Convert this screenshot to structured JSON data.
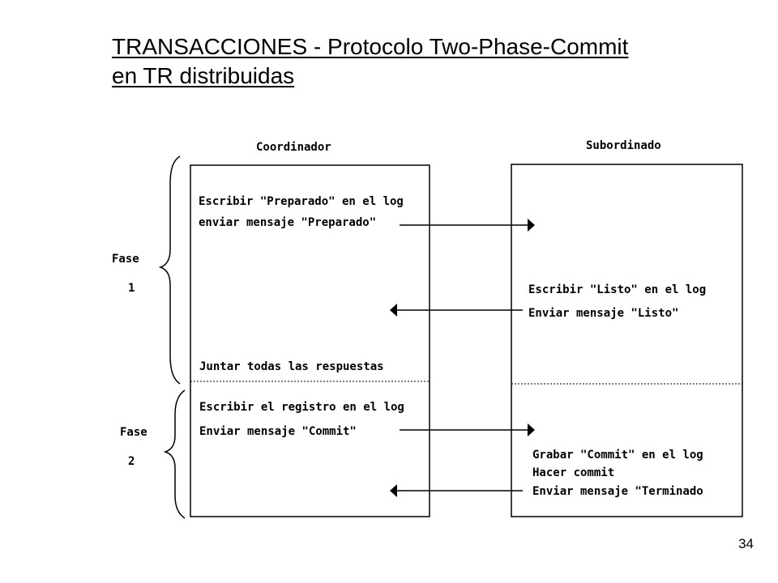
{
  "title": {
    "line1": "TRANSACCIONES - Protocolo Two-Phase-Commit",
    "line2": "en TR distribuidas"
  },
  "coordinator": {
    "header": "Coordinador",
    "lines": [
      "Escribir \"Preparado\" en el log",
      "enviar mensaje \"Preparado\"",
      "Juntar todas las respuestas",
      "Escribir el registro en el log",
      "Enviar mensaje \"Commit\""
    ]
  },
  "subordinate": {
    "header": "Subordinado",
    "lines": [
      "Escribir \"Listo\" en el log",
      "Enviar mensaje \"Listo\"",
      "Grabar \"Commit\" en el log",
      "Hacer commit",
      "Enviar mensaje \"Terminado"
    ]
  },
  "phases": [
    {
      "label": "Fase",
      "number": "1"
    },
    {
      "label": "Fase",
      "number": "2"
    }
  ],
  "messages": [
    {
      "from": "Coordinador",
      "to": "Subordinado",
      "label": "Preparado"
    },
    {
      "from": "Subordinado",
      "to": "Coordinador",
      "label": "Listo"
    },
    {
      "from": "Coordinador",
      "to": "Subordinado",
      "label": "Commit"
    },
    {
      "from": "Subordinado",
      "to": "Coordinador",
      "label": "Terminado"
    }
  ],
  "page_number": "34"
}
